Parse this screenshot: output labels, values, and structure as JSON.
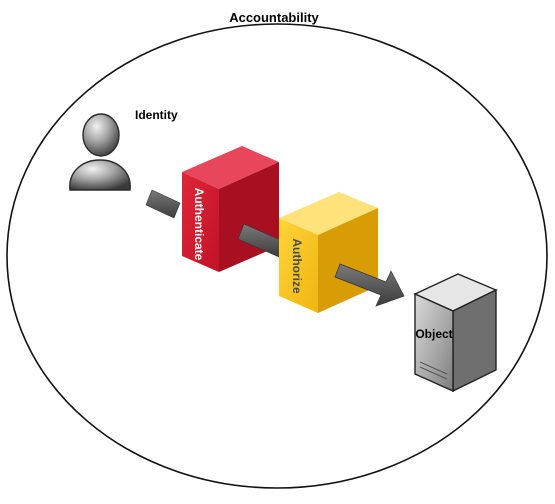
{
  "diagram": {
    "title": "Accountability",
    "identity_label": "Identity",
    "authenticate_label": "Authenticate",
    "authorize_label": "Authorize",
    "object_label": "Object",
    "icons": {
      "identity": "user-silhouette-icon",
      "object": "server-tower-icon"
    },
    "colors": {
      "authenticate": "#d4192f",
      "authorize": "#f5c11a",
      "arrow": "#5a5a5a",
      "boundary": "#111111"
    }
  }
}
